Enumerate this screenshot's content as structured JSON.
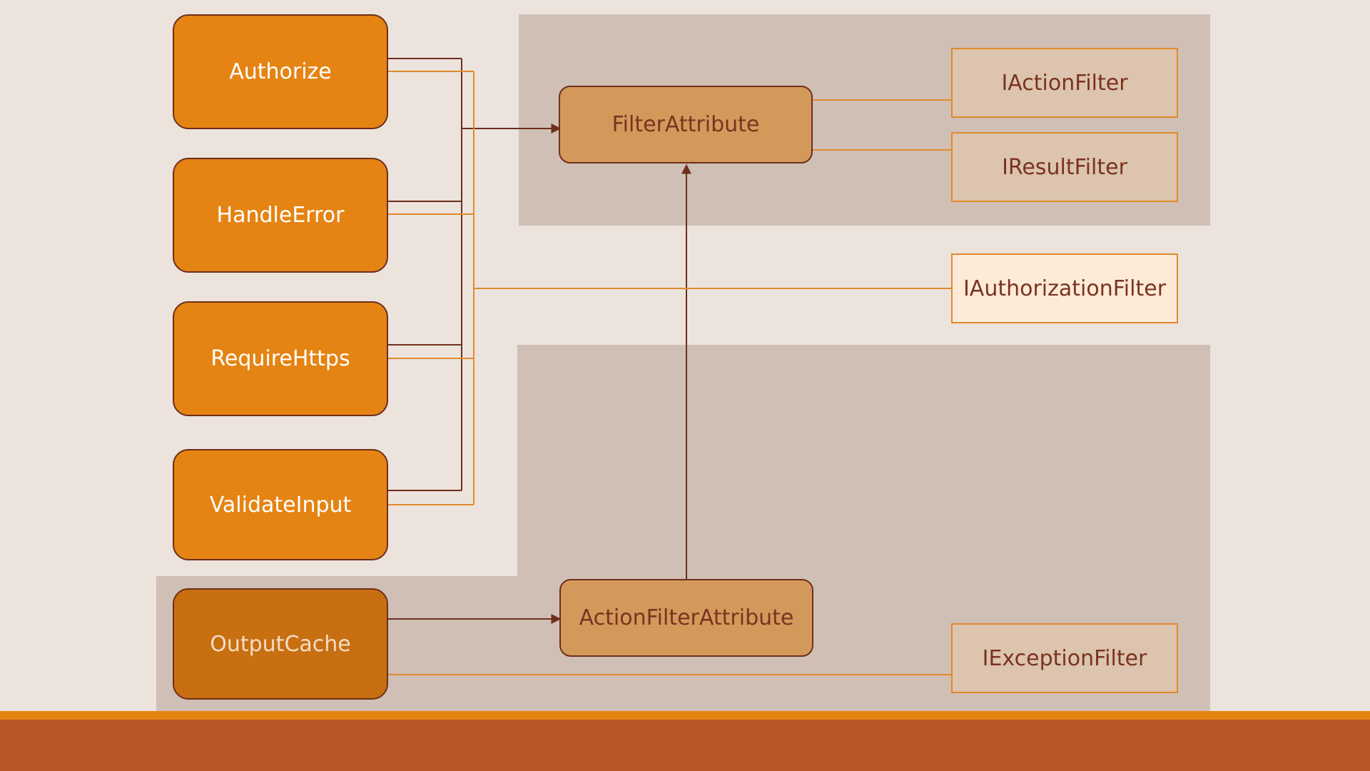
{
  "diagram": {
    "attribute_nodes": [
      {
        "id": "authorize",
        "label": "Authorize"
      },
      {
        "id": "handle-error",
        "label": "HandleError"
      },
      {
        "id": "require-https",
        "label": "RequireHttps"
      },
      {
        "id": "validate-input",
        "label": "ValidateInput"
      },
      {
        "id": "output-cache",
        "label": "OutputCache"
      }
    ],
    "base_classes": [
      {
        "id": "filter-attribute",
        "label": "FilterAttribute"
      },
      {
        "id": "action-filter-attribute",
        "label": "ActionFilterAttribute"
      }
    ],
    "interfaces": [
      {
        "id": "i-action-filter",
        "label": "IActionFilter"
      },
      {
        "id": "i-result-filter",
        "label": "IResultFilter"
      },
      {
        "id": "i-authorization-filter",
        "label": "IAuthorizationFilter"
      },
      {
        "id": "i-exception-filter",
        "label": "IExceptionFilter"
      }
    ],
    "edges": [
      {
        "from": "authorize",
        "to": "filter-attribute",
        "type": "inherits"
      },
      {
        "from": "handle-error",
        "to": "filter-attribute",
        "type": "inherits"
      },
      {
        "from": "require-https",
        "to": "filter-attribute",
        "type": "inherits"
      },
      {
        "from": "validate-input",
        "to": "filter-attribute",
        "type": "inherits"
      },
      {
        "from": "authorize",
        "to": "i-authorization-filter",
        "type": "implements"
      },
      {
        "from": "handle-error",
        "to": "i-authorization-filter",
        "type": "implements"
      },
      {
        "from": "require-https",
        "to": "i-authorization-filter",
        "type": "implements"
      },
      {
        "from": "validate-input",
        "to": "i-authorization-filter",
        "type": "implements"
      },
      {
        "from": "output-cache",
        "to": "action-filter-attribute",
        "type": "inherits"
      },
      {
        "from": "output-cache",
        "to": "i-exception-filter",
        "type": "implements"
      },
      {
        "from": "action-filter-attribute",
        "to": "filter-attribute",
        "type": "inherits"
      },
      {
        "from": "filter-attribute",
        "to": "i-action-filter",
        "type": "implements"
      },
      {
        "from": "filter-attribute",
        "to": "i-result-filter",
        "type": "implements"
      }
    ],
    "colors": {
      "background": "#ece3dd",
      "region": "#d0bfb5",
      "attribute_fill": "#e58413",
      "output_cache_fill": "#c86f11",
      "base_fill": "#d3995b",
      "interface_fill": "#dcc4ae",
      "authorization_interface_fill": "#fdebd7",
      "dark_line": "#6e2e1c",
      "orange_line": "#e08a2a",
      "footer": "#bb5629",
      "footer_accent": "#e58413"
    }
  }
}
